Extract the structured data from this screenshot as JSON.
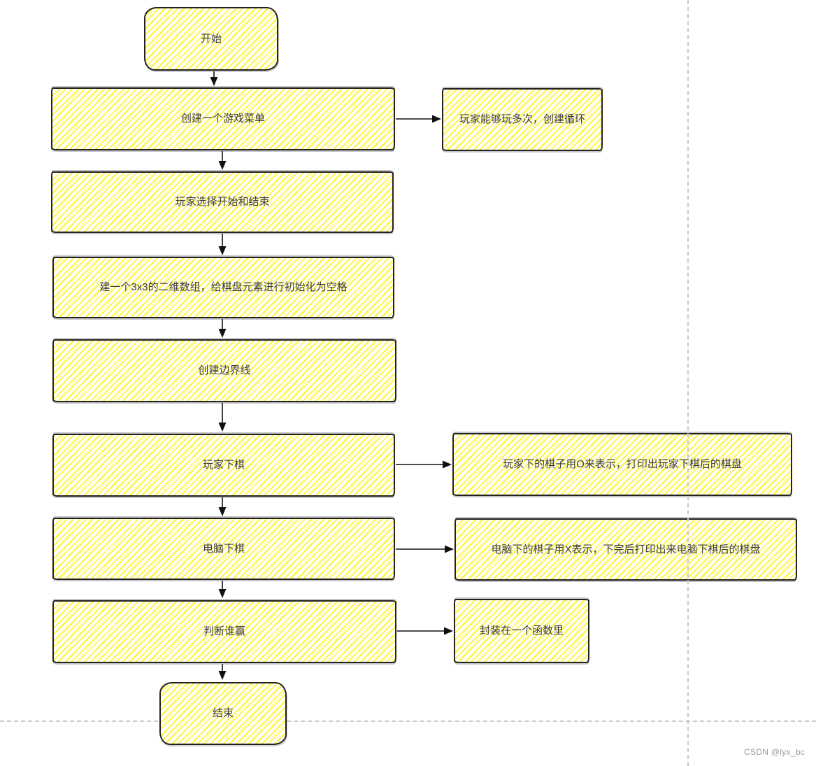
{
  "palette": {
    "hatch_yellow": "#FFF200",
    "node_fill": "#FFFEF8",
    "node_border": "#222222",
    "node_text": "#3C3C3C",
    "arrow": "#111111",
    "guide_line": "#C9C9C9",
    "watermark_gray": "#9B9B9B",
    "background": "#FFFFFF"
  },
  "nodes": {
    "start": {
      "label": "开始"
    },
    "create_menu": {
      "label": "创建一个游戏菜单"
    },
    "note_loop": {
      "label": "玩家能够玩多次，创建循环"
    },
    "choose_start_end": {
      "label": "玩家选择开始和结束"
    },
    "init_array": {
      "label": "建一个3x3的二维数组，给棋盘元素进行初始化为空格"
    },
    "create_border": {
      "label": "创建边界线"
    },
    "player_move": {
      "label": "玩家下棋"
    },
    "note_player": {
      "label": "玩家下的棋子用O来表示，打印出玩家下棋后的棋盘"
    },
    "computer_move": {
      "label": "电脑下棋"
    },
    "note_computer": {
      "label": "电脑下的棋子用X表示，下完后打印出来电脑下棋后的棋盘"
    },
    "judge_winner": {
      "label": "判断谁赢"
    },
    "note_function": {
      "label": "封装在一个函数里"
    },
    "end": {
      "label": "结束"
    }
  },
  "watermark": {
    "text": "CSDN @lyx_bc"
  }
}
